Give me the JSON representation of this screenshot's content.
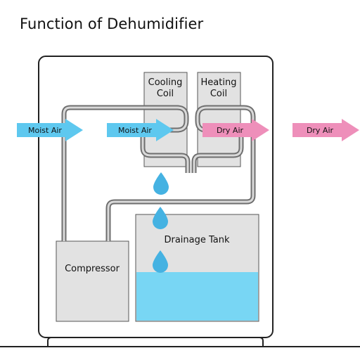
{
  "title": "Function of Dehumidifier",
  "labels": {
    "cooling_coil": [
      "Cooling",
      "Coil"
    ],
    "heating_coil": [
      "Heating",
      "Coil"
    ],
    "compressor": "Compressor",
    "drainage_tank": "Drainage Tank"
  },
  "arrows": {
    "moist_air_in": "Moist Air",
    "moist_air_inner": "Moist Air",
    "dry_air_inner": "Dry Air",
    "dry_air_out": "Dry Air"
  },
  "colors": {
    "moist_air": "#5ec8ef",
    "dry_air": "#ee8fba",
    "water": "#78d6f4",
    "droplet": "#45b2e2",
    "component": "#e2e2e2",
    "pipe": "#7b7b7b"
  }
}
